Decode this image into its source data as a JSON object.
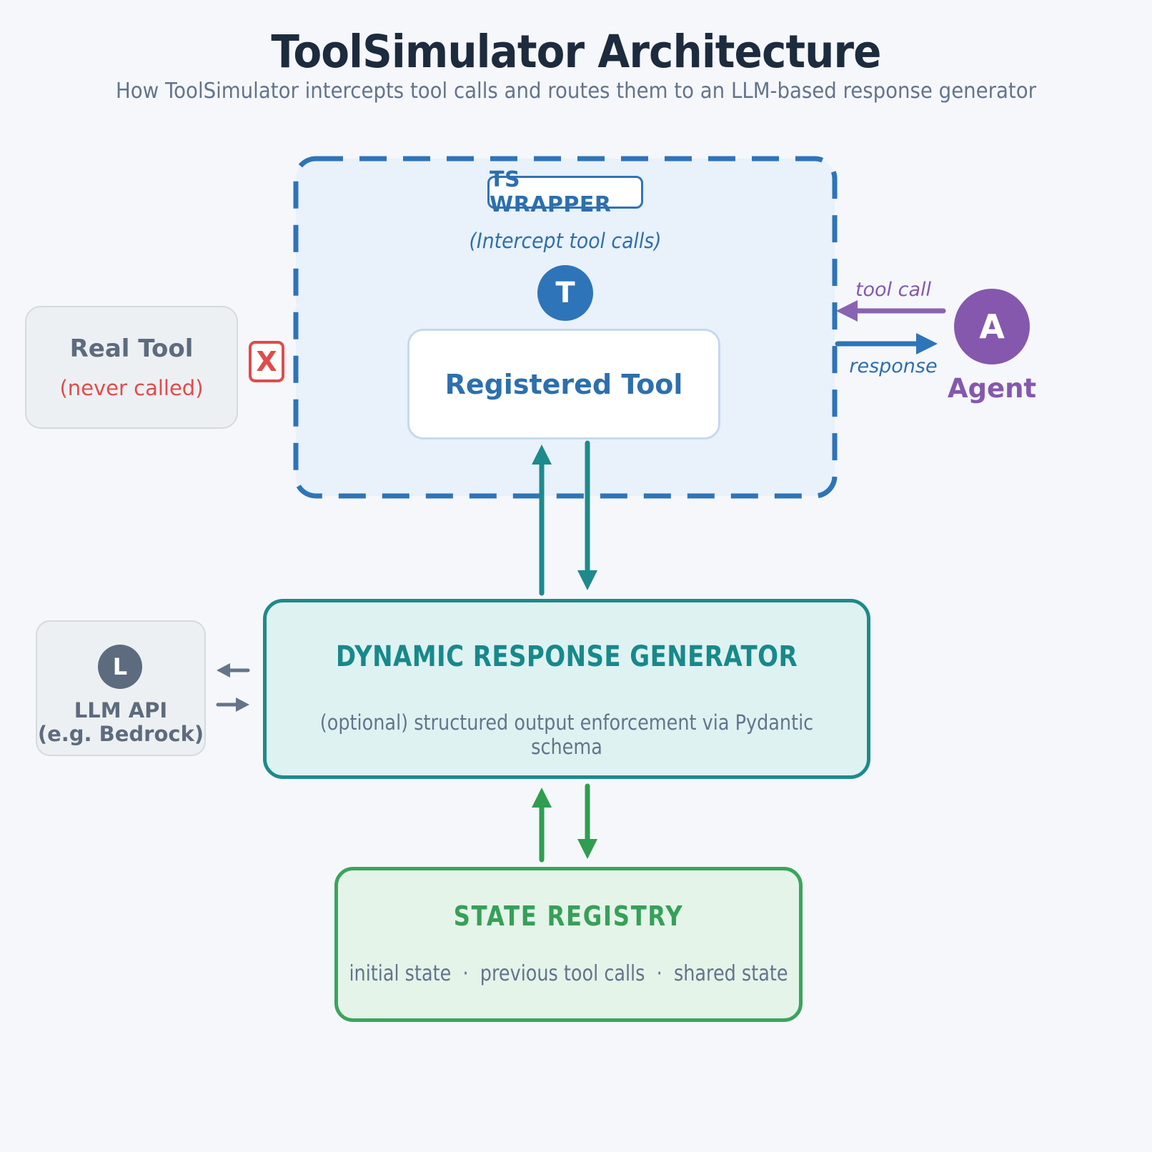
{
  "page": {
    "title": "ToolSimulator Architecture",
    "subtitle": "How ToolSimulator intercepts tool calls and routes them to an LLM-based response generator"
  },
  "wrapper": {
    "badge": "TS WRAPPER",
    "note": "(Intercept tool calls)",
    "tool_icon_letter": "T",
    "registered_tool_label": "Registered Tool"
  },
  "real_tool": {
    "title": "Real Tool",
    "note": "(never called)",
    "blocked_icon_letter": "X"
  },
  "agent": {
    "icon_letter": "A",
    "label": "Agent",
    "tool_call_label": "tool call",
    "response_label": "response"
  },
  "generator": {
    "title": "DYNAMIC RESPONSE GENERATOR",
    "subtitle": "(optional) structured output enforcement via Pydantic schema"
  },
  "llm_api": {
    "icon_letter": "L",
    "label_line1": "LLM API",
    "label_line2": "(e.g. Bedrock)"
  },
  "state_registry": {
    "title": "STATE REGISTRY",
    "items": "initial state  ·  previous tool calls  ·  shared state"
  },
  "colors": {
    "blue": "#2e74b8",
    "light_blue_fill": "#e9f1fa",
    "purple": "#8558ad",
    "teal": "#1d8a8c",
    "teal_fill": "#dff2f2",
    "green": "#3aa45c",
    "green_fill": "#e4f4e9",
    "red": "#e14b4b",
    "slate": "#5d6b7e",
    "gray_text": "#64748b",
    "title_text": "#1d2b3e"
  }
}
